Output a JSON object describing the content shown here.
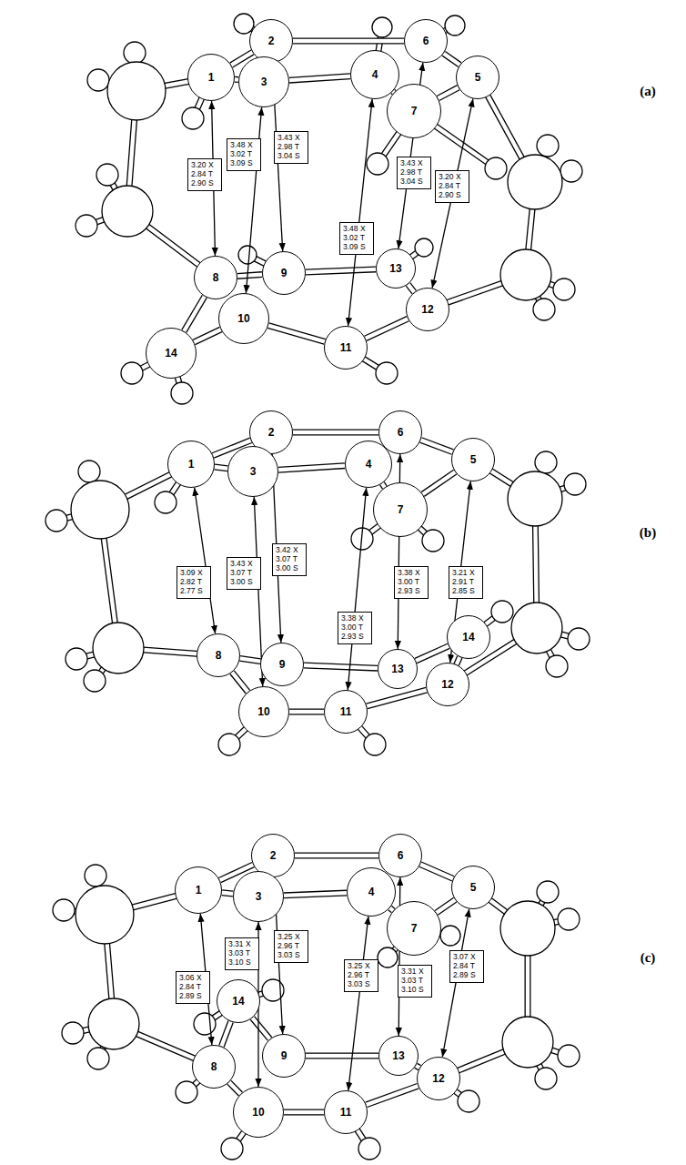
{
  "diagram": {
    "nodes": [
      {
        "text": [
          "1"
        ]
      },
      {
        "text": [
          "2"
        ]
      },
      {
        "text": [
          "3"
        ]
      },
      {
        "text": [
          "4"
        ]
      },
      {
        "text": [
          "5"
        ]
      },
      {
        "text": [
          "6"
        ]
      },
      {
        "text": [
          "7"
        ]
      },
      {
        "text": [
          "8"
        ]
      },
      {
        "text": [
          "9"
        ]
      },
      {
        "text": [
          "10"
        ]
      },
      {
        "text": [
          "11"
        ]
      },
      {
        "text": [
          "12"
        ]
      },
      {
        "text": [
          "13"
        ]
      },
      {
        "text": [
          "14"
        ]
      },
      {
        "text": [
          "1"
        ]
      },
      {
        "text": [
          "2"
        ]
      },
      {
        "text": [
          "3"
        ]
      },
      {
        "text": [
          "4"
        ]
      },
      {
        "text": [
          "5"
        ]
      },
      {
        "text": [
          "6"
        ]
      },
      {
        "text": [
          "7"
        ]
      },
      {
        "text": [
          "8"
        ]
      },
      {
        "text": [
          "9"
        ]
      },
      {
        "text": [
          "10"
        ]
      },
      {
        "text": [
          "11"
        ]
      },
      {
        "text": [
          "12"
        ]
      },
      {
        "text": [
          "13"
        ]
      },
      {
        "text": [
          "14"
        ]
      },
      {
        "text": [
          "1"
        ]
      },
      {
        "text": [
          "2"
        ]
      },
      {
        "text": [
          "3"
        ]
      },
      {
        "text": [
          "4"
        ]
      },
      {
        "text": [
          "5"
        ]
      },
      {
        "text": [
          "6"
        ]
      },
      {
        "text": [
          "7"
        ]
      },
      {
        "text": [
          "8"
        ]
      },
      {
        "text": [
          "9"
        ]
      },
      {
        "text": [
          "10"
        ]
      },
      {
        "text": [
          "11"
        ]
      },
      {
        "text": [
          "12"
        ]
      },
      {
        "text": [
          "13"
        ]
      },
      {
        "text": [
          "14"
        ]
      }
    ],
    "edges": [
      {
        "from": 0,
        "to": 1,
        "arrow": "none"
      },
      {
        "from": 1,
        "to": 5,
        "arrow": "none"
      },
      {
        "from": 5,
        "to": 4,
        "arrow": "none"
      },
      {
        "from": 4,
        "to": 6,
        "arrow": "none"
      },
      {
        "from": 6,
        "to": 3,
        "arrow": "none"
      },
      {
        "from": 3,
        "to": 2,
        "arrow": "none"
      },
      {
        "from": 2,
        "to": 0,
        "arrow": "none"
      },
      {
        "from": 7,
        "to": 8,
        "arrow": "none"
      },
      {
        "from": 8,
        "to": 12,
        "arrow": "none"
      },
      {
        "from": 12,
        "to": 11,
        "arrow": "none"
      },
      {
        "from": 11,
        "to": 10,
        "arrow": "none"
      },
      {
        "from": 10,
        "to": 9,
        "arrow": "none"
      },
      {
        "from": 9,
        "to": 13,
        "arrow": "none"
      },
      {
        "from": 13,
        "to": 7,
        "arrow": "none"
      },
      {
        "from": 0,
        "to": 7,
        "arrow": "both",
        "label": "3.20 X 2.84 T 2.90 S"
      },
      {
        "from": 2,
        "to": 9,
        "arrow": "both",
        "label": "3.48 X 3.02 T 3.09 S"
      },
      {
        "from": 1,
        "to": 8,
        "arrow": "both",
        "label": "3.43 X 2.98 T 3.04 S"
      },
      {
        "from": 3,
        "to": 10,
        "arrow": "both",
        "label": "3.48 X 3.02 T 3.09 S"
      },
      {
        "from": 5,
        "to": 12,
        "arrow": "both",
        "label": "3.43 X 2.98 T 3.04 S"
      },
      {
        "from": 4,
        "to": 11,
        "arrow": "both",
        "label": "3.20 X 2.84 T 2.90 S"
      },
      {
        "from": 14,
        "to": 15,
        "arrow": "none"
      },
      {
        "from": 15,
        "to": 19,
        "arrow": "none"
      },
      {
        "from": 19,
        "to": 18,
        "arrow": "none"
      },
      {
        "from": 18,
        "to": 20,
        "arrow": "none"
      },
      {
        "from": 20,
        "to": 17,
        "arrow": "none"
      },
      {
        "from": 17,
        "to": 16,
        "arrow": "none"
      },
      {
        "from": 16,
        "to": 14,
        "arrow": "none"
      },
      {
        "from": 21,
        "to": 22,
        "arrow": "none"
      },
      {
        "from": 22,
        "to": 26,
        "arrow": "none"
      },
      {
        "from": 26,
        "to": 27,
        "arrow": "none"
      },
      {
        "from": 27,
        "to": 25,
        "arrow": "none"
      },
      {
        "from": 25,
        "to": 24,
        "arrow": "none"
      },
      {
        "from": 24,
        "to": 23,
        "arrow": "none"
      },
      {
        "from": 23,
        "to": 21,
        "arrow": "none"
      },
      {
        "from": 14,
        "to": 21,
        "arrow": "both",
        "label": "3.09 X 2.82 T 2.77 S"
      },
      {
        "from": 16,
        "to": 23,
        "arrow": "both",
        "label": "3.43 X 3.07 T 3.00 S"
      },
      {
        "from": 15,
        "to": 22,
        "arrow": "both",
        "label": "3.42 X 3.07 T 3.00 S"
      },
      {
        "from": 17,
        "to": 24,
        "arrow": "both",
        "label": "3.38 X 3.00 T 2.93 S"
      },
      {
        "from": 19,
        "to": 26,
        "arrow": "both",
        "label": "3.38 X 3.00 T 2.93 S"
      },
      {
        "from": 18,
        "to": 25,
        "arrow": "both",
        "label": "3.21 X 2.91 T 2.85 S"
      },
      {
        "from": 28,
        "to": 29,
        "arrow": "none"
      },
      {
        "from": 29,
        "to": 33,
        "arrow": "none"
      },
      {
        "from": 33,
        "to": 32,
        "arrow": "none"
      },
      {
        "from": 32,
        "to": 34,
        "arrow": "none"
      },
      {
        "from": 34,
        "to": 31,
        "arrow": "none"
      },
      {
        "from": 31,
        "to": 30,
        "arrow": "none"
      },
      {
        "from": 30,
        "to": 28,
        "arrow": "none"
      },
      {
        "from": 35,
        "to": 41,
        "arrow": "none"
      },
      {
        "from": 41,
        "to": 36,
        "arrow": "none"
      },
      {
        "from": 36,
        "to": 40,
        "arrow": "none"
      },
      {
        "from": 40,
        "to": 39,
        "arrow": "none"
      },
      {
        "from": 39,
        "to": 38,
        "arrow": "none"
      },
      {
        "from": 38,
        "to": 37,
        "arrow": "none"
      },
      {
        "from": 37,
        "to": 35,
        "arrow": "none"
      },
      {
        "from": 28,
        "to": 35,
        "arrow": "both",
        "label": "3.06 X 2.84 T 2.89 S"
      },
      {
        "from": 30,
        "to": 37,
        "arrow": "both",
        "label": "3.31 X 3.03 T 3.10 S"
      },
      {
        "from": 29,
        "to": 36,
        "arrow": "both",
        "label": "3.25 X 2.96 T 3.03 S"
      },
      {
        "from": 31,
        "to": 38,
        "arrow": "both",
        "label": "3.25 X 2.96 T 3.03 S"
      },
      {
        "from": 33,
        "to": 40,
        "arrow": "both",
        "label": "3.31 X 3.03 T 3.10 S"
      },
      {
        "from": 32,
        "to": 39,
        "arrow": "both",
        "label": "3.07 X 2.84 T 2.89 S"
      }
    ],
    "labels": [
      "(a)",
      "(b)",
      "(c)"
    ]
  }
}
